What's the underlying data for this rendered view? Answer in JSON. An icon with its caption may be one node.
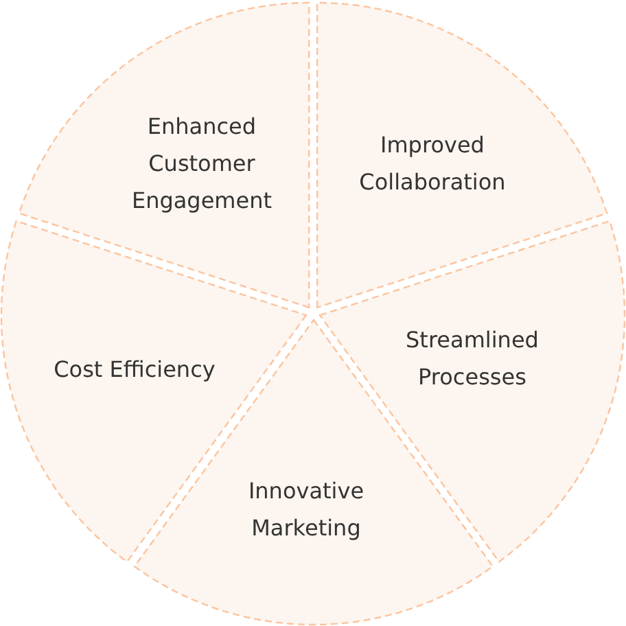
{
  "diagram": {
    "nodes": [
      {
        "text": [
          "Enhanced Customer Engagement"
        ]
      },
      {
        "text": [
          "Improved Collaboration"
        ]
      },
      {
        "text": [
          "Cost Efficiency"
        ]
      },
      {
        "text": [
          "Streamlined Processes"
        ]
      },
      {
        "text": [
          "Innovative Marketing"
        ]
      }
    ]
  }
}
